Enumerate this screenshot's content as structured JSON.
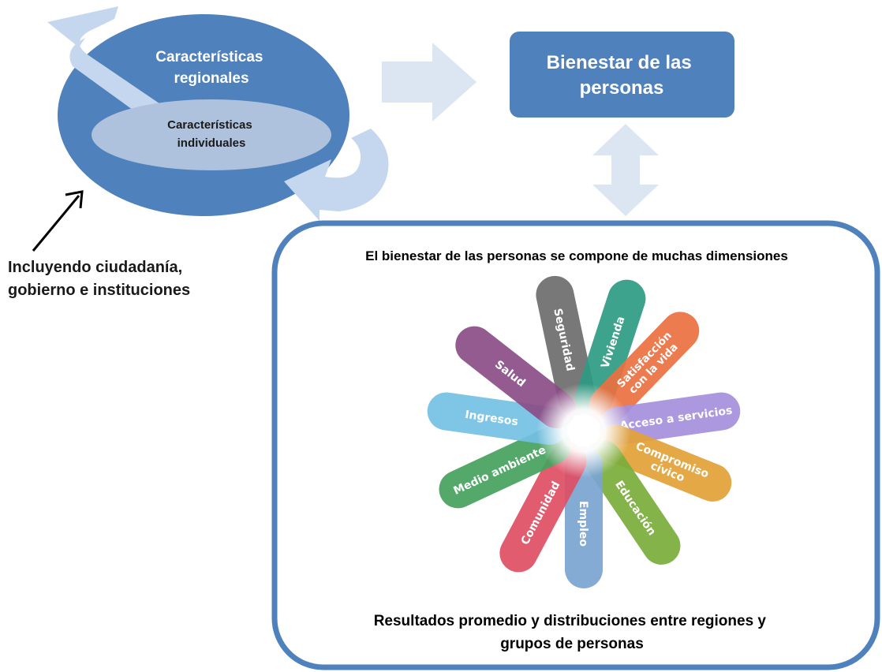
{
  "regional": {
    "outer_label": [
      "Características",
      "regionales"
    ],
    "inner_label": [
      "Características",
      "individuales"
    ]
  },
  "wellbeing_box": {
    "label": [
      "Bienestar de las",
      "personas"
    ]
  },
  "note": {
    "lines": [
      "Incluyendo ciudadanía,",
      "gobierno e instituciones"
    ]
  },
  "dimensions_panel": {
    "title": "El bienestar de las personas se compone de muchas dimensiones",
    "footer": [
      "Resultados promedio y distribuciones entre regiones y",
      "grupos de personas"
    ]
  },
  "dimensions": [
    {
      "key": "seguridad",
      "lines": [
        "Seguridad"
      ],
      "color": "#6d6d6d"
    },
    {
      "key": "vivienda",
      "lines": [
        "Vivienda"
      ],
      "color": "#2e9b83"
    },
    {
      "key": "satisfaccion",
      "lines": [
        "Satisfacción",
        "con la vida"
      ],
      "color": "#ea7040"
    },
    {
      "key": "acceso",
      "lines": [
        "Acceso a servicios"
      ],
      "color": "#a58fdc"
    },
    {
      "key": "compromiso",
      "lines": [
        "Compromiso",
        "cívico"
      ],
      "color": "#e2a236"
    },
    {
      "key": "educacion",
      "lines": [
        "Educación"
      ],
      "color": "#79ad3b"
    },
    {
      "key": "empleo",
      "lines": [
        "Empleo"
      ],
      "color": "#79a4d0"
    },
    {
      "key": "comunidad",
      "lines": [
        "Comunidad"
      ],
      "color": "#df4e64"
    },
    {
      "key": "medio_ambiente",
      "lines": [
        "Medio ambiente"
      ],
      "color": "#45a25d"
    },
    {
      "key": "ingresos",
      "lines": [
        "Ingresos"
      ],
      "color": "#74c0e4"
    },
    {
      "key": "salud",
      "lines": [
        "Salud"
      ],
      "color": "#8a4d87"
    }
  ],
  "colors": {
    "dark_blue": "#4f81bd",
    "inner_ellipse": "#aec2de",
    "pale_arrow": "#dce6f2",
    "cycle_arrow": "#c5d7ee",
    "panel_border": "#4f81bd"
  }
}
